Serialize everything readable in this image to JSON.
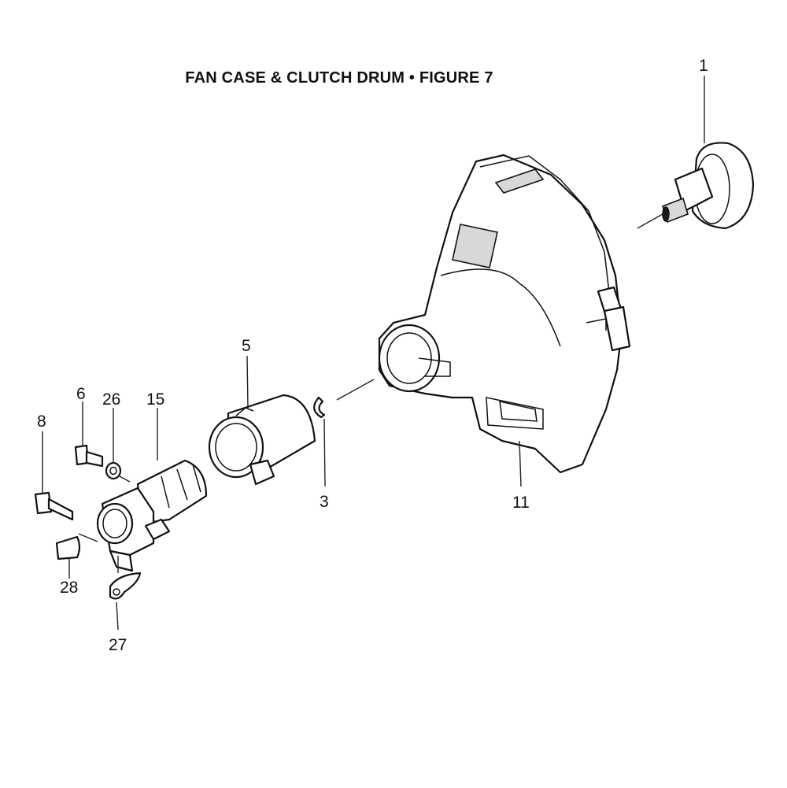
{
  "title": "FAN CASE & CLUTCH DRUM  •  FIGURE 7",
  "callouts": {
    "c1": "1",
    "c3": "3",
    "c5": "5",
    "c6": "6",
    "c8": "8",
    "c11": "11",
    "c15": "15",
    "c26": "26",
    "c27": "27",
    "c28": "28"
  }
}
